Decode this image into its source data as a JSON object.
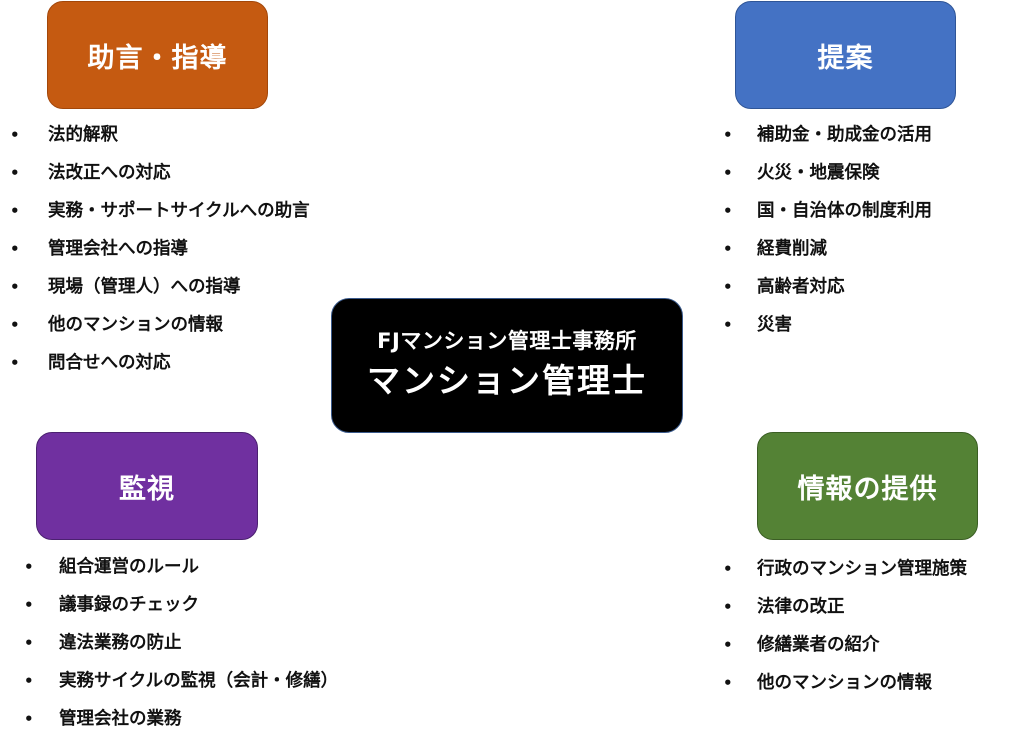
{
  "center": {
    "subtitle": "FJマンション管理士事務所",
    "title": "マンション管理士"
  },
  "categories": {
    "advice": {
      "label": "助言・指導",
      "color": "#c55a11",
      "items": [
        "法的解釈",
        "法改正への対応",
        "実務・サポートサイクルへの助言",
        "管理会社への指導",
        "現場（管理人）への指導",
        "他のマンションの情報",
        "問合せへの対応"
      ]
    },
    "proposal": {
      "label": "提案",
      "color": "#4472c4",
      "items": [
        "補助金・助成金の活用",
        "火災・地震保険",
        "国・自治体の制度利用",
        "経費削減",
        "高齢者対応",
        "災害"
      ]
    },
    "monitoring": {
      "label": "監視",
      "color": "#7030a0",
      "items": [
        "組合運営のルール",
        "議事録のチェック",
        "違法業務の防止",
        "実務サイクルの監視（会計・修繕）",
        "管理会社の業務"
      ]
    },
    "information": {
      "label": "情報の提供",
      "color": "#548235",
      "items": [
        "行政のマンション管理施策",
        "法律の改正",
        "修繕業者の紹介",
        "他のマンションの情報"
      ]
    }
  },
  "bullet_symbol": "•"
}
